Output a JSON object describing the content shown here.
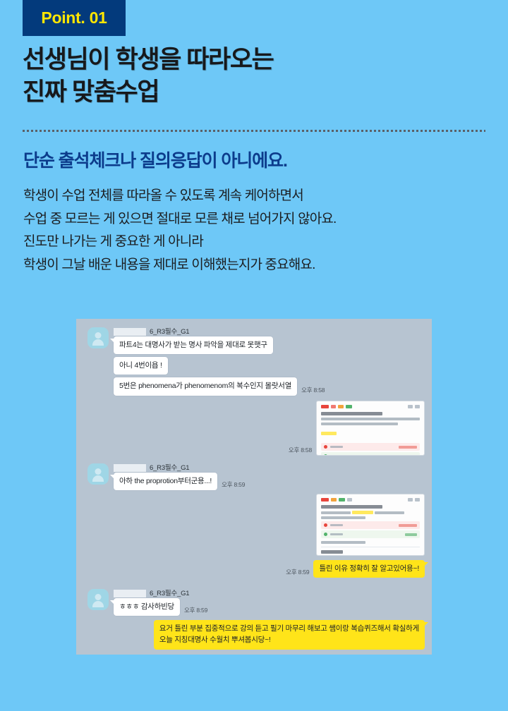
{
  "badge": {
    "label": "Point. 01"
  },
  "headline": {
    "line1": "선생님이 학생을 따라오는",
    "line2": "진짜 맞춤수업"
  },
  "subheadline": "단순 출석체크나 질의응답이 아니에요.",
  "body": {
    "line1": "학생이 수업 전체를 따라올 수 있도록 계속 케어하면서",
    "line2": "수업 중 모르는 게 있으면 절대로 모른 채로 넘어가지 않아요.",
    "line3": "진도만 나가는 게 중요한 게 아니라",
    "line4": "학생이 그날 배운 내용을 제대로 이해했는지가 중요해요."
  },
  "colors": {
    "background": "#6ec8f7",
    "badge_bg": "#033a7c",
    "badge_text": "#ffe600",
    "headline_text": "#17191c",
    "subheadline_text": "#0c3c8c",
    "body_text": "#1b1d20",
    "chat_panel_bg": "#b7c4d1",
    "incoming_bubble": "#ffffff",
    "outgoing_bubble": "#ffe419",
    "avatar_bg": "#9fd6e6"
  },
  "chat": {
    "groups": [
      {
        "sender_name": "6_R3필수_G1",
        "sender_redacted": true,
        "messages": [
          "파트4는 대명사가 받는 명사 파악을 제대로 못햇구",
          "아니 4번이욥 !",
          "5번은 phenomena가 phenomenom의 복수인지 몰랏서열"
        ],
        "timestamp": "오후 8:58"
      },
      {
        "sender_name": "6_R3필수_G1",
        "sender_redacted": true,
        "messages": [
          "아하 the proprotion부터군용...!"
        ],
        "timestamp": "오후 8:59"
      },
      {
        "sender_name": "6_R3필수_G1",
        "sender_redacted": true,
        "messages": [
          "ㅎㅎㅎ 감사하빈당"
        ],
        "timestamp": "오후 8:59"
      }
    ],
    "attachments": [
      {
        "caption": "오후 8:58",
        "alt": "퀴즈 결과 화면 캡처 1"
      },
      {
        "caption": "오후 8:59",
        "alt": "퀴즈 결과 화면 캡처 2"
      }
    ],
    "outgoing": [
      {
        "text": "틀린 이유 정확히 잘 알고있어용~!",
        "timestamp": "오후 8:59"
      },
      {
        "text": "요거 틀린 부분 집중적으로 강의 듣고 필기 마무리 해보고 쌤이랑 복습퀴즈해서 확실하게\n오늘 지칭대명사 수월치 뿌셔봅시당~!",
        "timestamp": ""
      }
    ]
  }
}
